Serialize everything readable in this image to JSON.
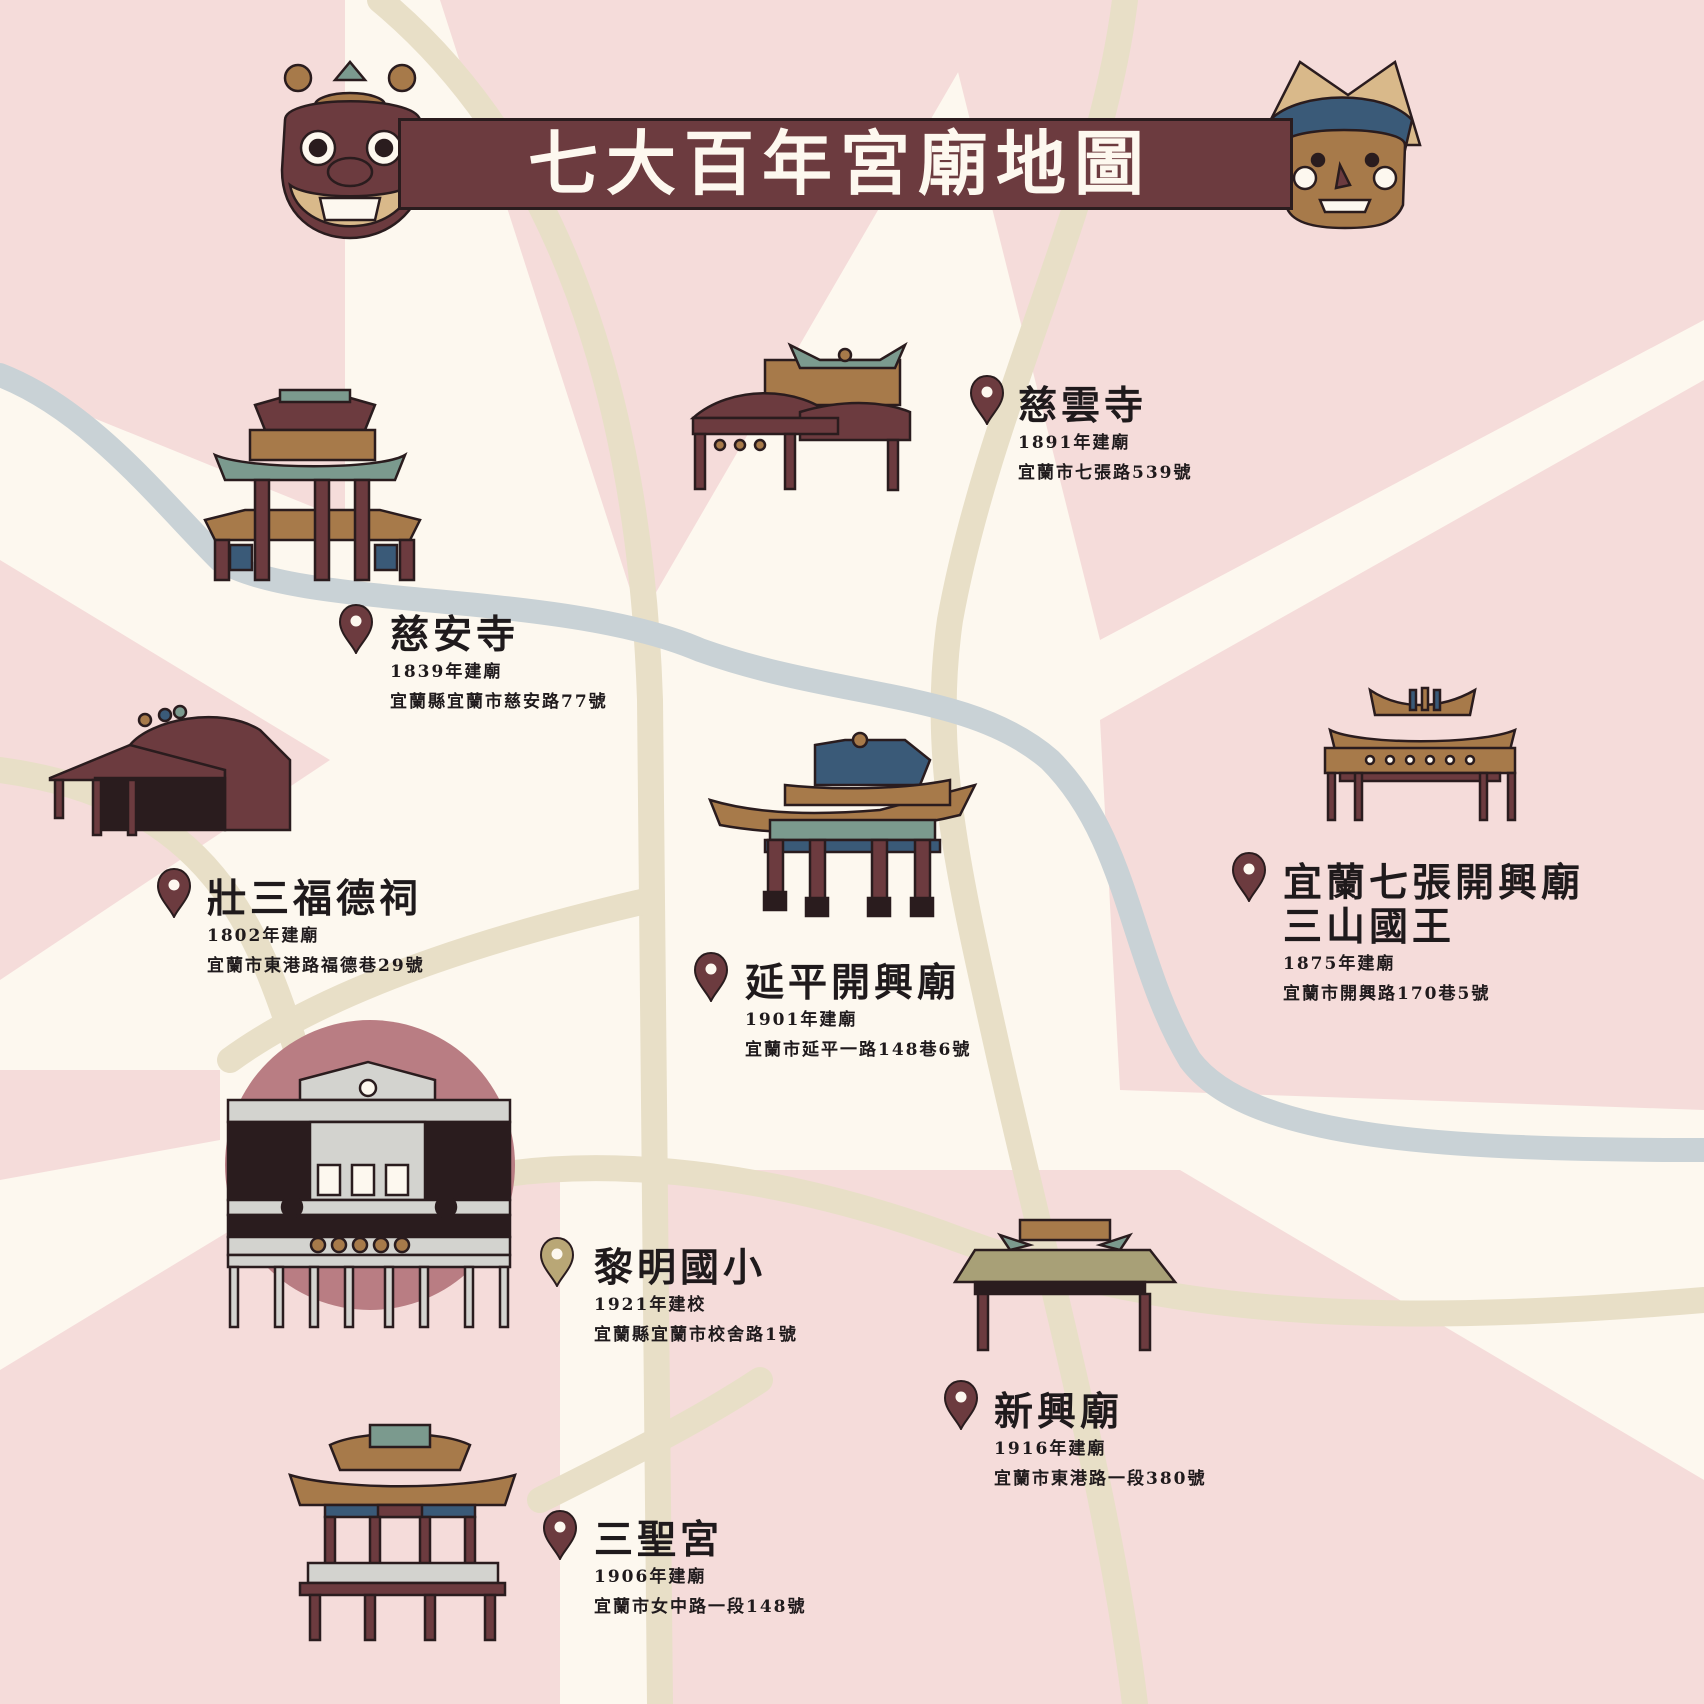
{
  "title": "七大百年宮廟地圖",
  "colors": {
    "background": "#fdf8ef",
    "pink_zone": "#f5dcda",
    "road": "#e8dfc7",
    "river": "#c9d2d6",
    "maroon": "#6c3b3f",
    "brown": "#a77a4a",
    "teal": "#7b9a8e",
    "navy": "#3a5a78",
    "highlight_circle": "#b97d83",
    "school_pin": "#b9a776"
  },
  "locations": [
    {
      "id": "ciyun",
      "name": "慈雲寺",
      "year": "1891年建廟",
      "address": "宜蘭市七張路539號",
      "pin_icon": "map-pin-icon"
    },
    {
      "id": "cian",
      "name": "慈安寺",
      "year": "1839年建廟",
      "address": "宜蘭縣宜蘭市慈安路77號",
      "pin_icon": "map-pin-icon"
    },
    {
      "id": "zhuangsan",
      "name": "壯三福德祠",
      "year": "1802年建廟",
      "address": "宜蘭市東港路福德巷29號",
      "pin_icon": "map-pin-icon"
    },
    {
      "id": "yanping",
      "name": "延平開興廟",
      "year": "1901年建廟",
      "address": "宜蘭市延平一路148巷6號",
      "pin_icon": "map-pin-icon"
    },
    {
      "id": "qizhang",
      "name_line1": "宜蘭七張開興廟",
      "name_line2": "三山國王",
      "year": "1875年建廟",
      "address": "宜蘭市開興路170巷5號",
      "pin_icon": "map-pin-icon"
    },
    {
      "id": "liming",
      "name": "黎明國小",
      "year": "1921年建校",
      "address": "宜蘭縣宜蘭市校舍路1號",
      "pin_icon": "school-pin-icon"
    },
    {
      "id": "xinxing",
      "name": "新興廟",
      "year": "1916年建廟",
      "address": "宜蘭市東港路一段380號",
      "pin_icon": "map-pin-icon"
    },
    {
      "id": "sansheng",
      "name": "三聖宮",
      "year": "1906年建廟",
      "address": "宜蘭市女中路一段148號",
      "pin_icon": "map-pin-icon"
    }
  ]
}
